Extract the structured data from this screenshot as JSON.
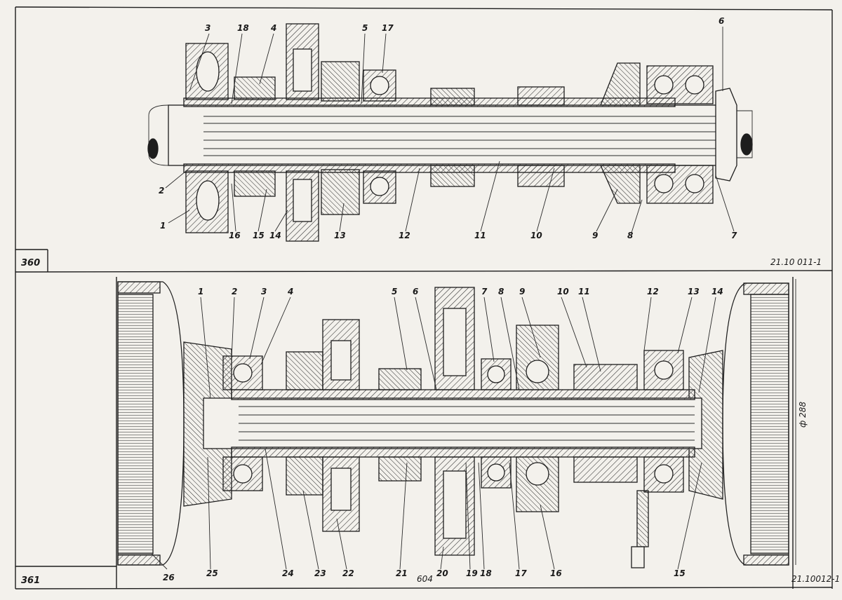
{
  "figure_360": {
    "number": "360",
    "code": "21.10 011-1",
    "top_labels": [
      "3",
      "18",
      "4",
      "5",
      "17",
      "6"
    ],
    "bottom_labels": [
      "2",
      "1",
      "16",
      "15",
      "14",
      "13",
      "12",
      "11",
      "10",
      "9",
      "8",
      "7"
    ]
  },
  "figure_361": {
    "number": "361",
    "code": "21.10012-1",
    "page": "604",
    "dimension": "ф 288",
    "top_labels": [
      "1",
      "2",
      "3",
      "4",
      "5",
      "6",
      "7",
      "8",
      "9",
      "10",
      "11",
      "12",
      "13",
      "14"
    ],
    "bottom_labels": [
      "26",
      "25",
      "24",
      "23",
      "22",
      "21",
      "20",
      "19",
      "18",
      "17",
      "16",
      "15"
    ]
  },
  "colors": {
    "ink": "#1d1d1d",
    "paper": "#f3f1ec",
    "hatch": "#2a2a2a"
  }
}
